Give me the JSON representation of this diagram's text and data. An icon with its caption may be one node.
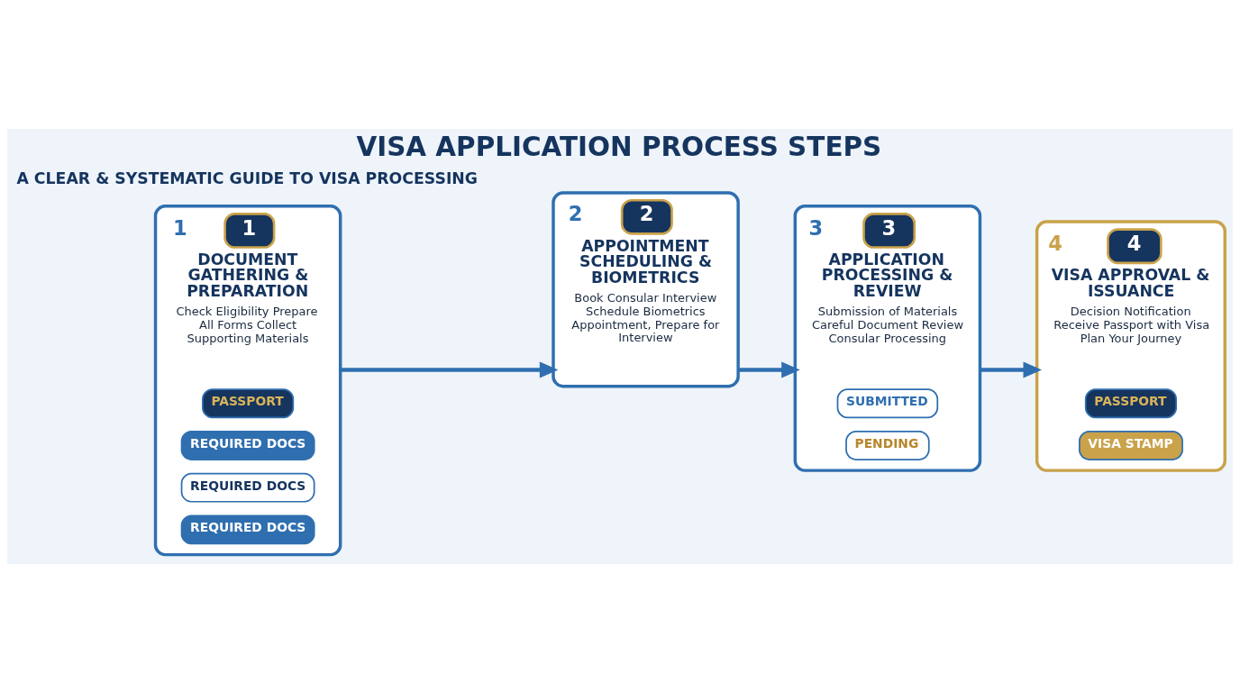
{
  "diagram": {
    "title": "VISA APPLICATION PROCESS STEPS",
    "nodes": [
      {
        "text": [
          "1",
          "1",
          "DOCUMENT GATHERING & PREPARATION",
          "Check Eligibility Prepare All Forms Collect Supporting Materials"
        ]
      },
      {
        "text": [
          "PASSPORT"
        ],
        "in": 0
      },
      {
        "text": [
          "REQUIRED DOCS"
        ],
        "in": 0
      },
      {
        "text": [
          "REQUIRED DOCS"
        ],
        "in": 0
      },
      {
        "text": [
          "REQUIRED DOCS"
        ],
        "in": 0
      },
      {
        "text": [
          "2",
          "2",
          "APPOINTMENT SCHEDULING & BIOMETRICS",
          "Book Consular Interview Schedule Biometrics Appointment, Prepare for Interview"
        ]
      },
      {
        "text": [
          "3",
          "3",
          "APPLICATION PROCESSING & REVIEW",
          "Submission of Materials Careful Document Review Consular Processing"
        ]
      },
      {
        "text": [
          "SUBMITTED"
        ],
        "in": 6
      },
      {
        "text": [
          "PENDING"
        ],
        "in": 6
      },
      {
        "text": [
          "4",
          "4",
          "VISA APPROVAL & ISSUANCE",
          "Decision Notification Receive Passport with Visa Plan Your Journey"
        ]
      },
      {
        "text": [
          "PASSPORT"
        ],
        "in": 9
      },
      {
        "text": [
          "VISA STAMP"
        ],
        "in": 9
      }
    ],
    "edges": [
      {
        "from": 0,
        "to": 5,
        "arrow": "to"
      },
      {
        "from": 5,
        "to": 6,
        "arrow": "to"
      },
      {
        "from": 6,
        "to": 9,
        "arrow": "to"
      }
    ],
    "labels": [
      "A CLEAR & SYSTEMATIC GUIDE TO VISA PROCESSING"
    ]
  }
}
